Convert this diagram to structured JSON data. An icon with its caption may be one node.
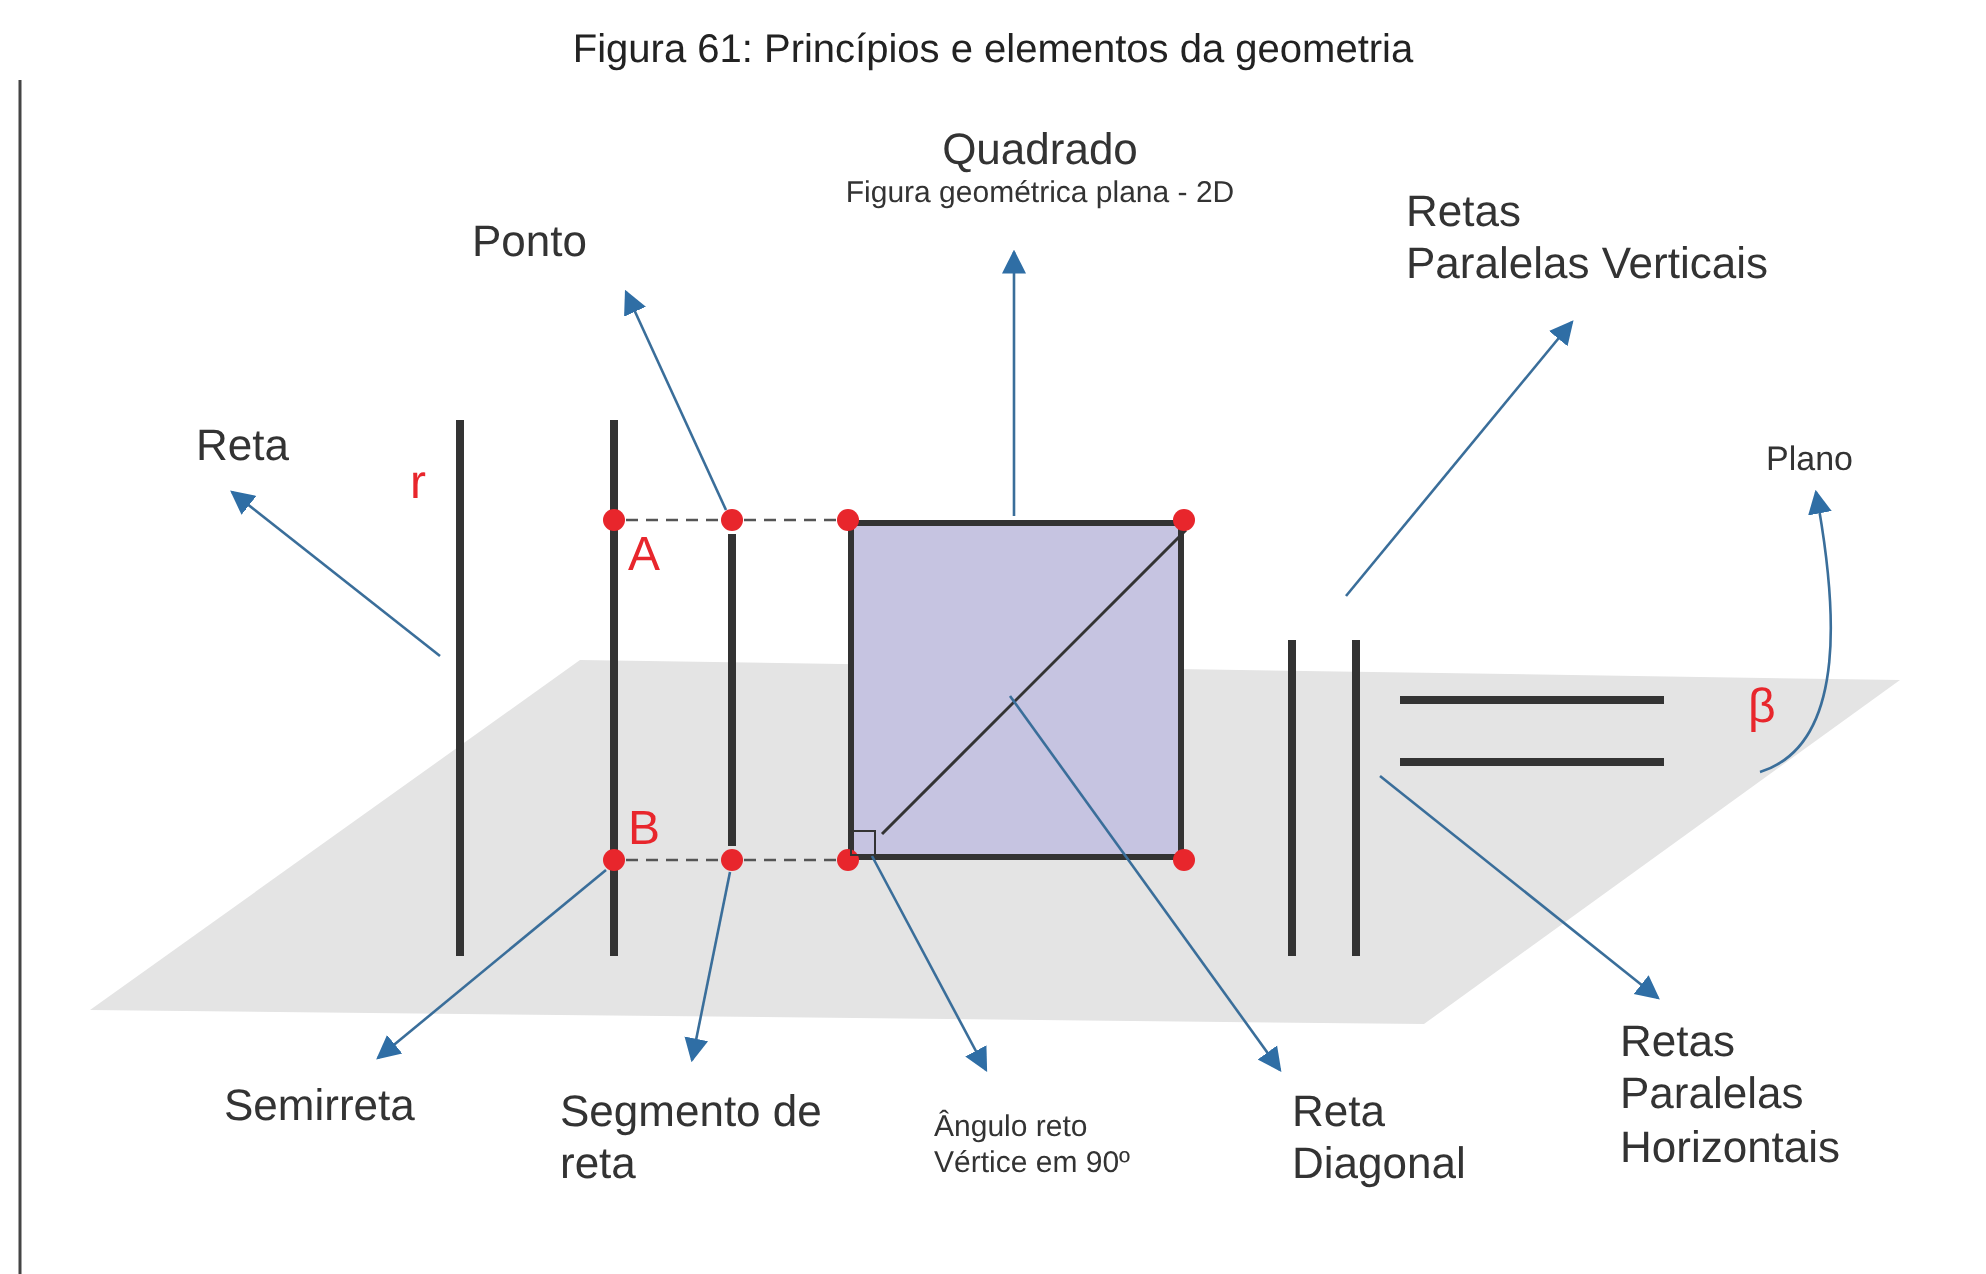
{
  "diagram": {
    "title": "Figura 61: Princípios e elementos da geometria",
    "nodes": [
      {
        "text": [
          "Quadrado",
          "Figura geométrica plana - 2D"
        ]
      },
      {
        "text": [
          "Ponto"
        ]
      },
      {
        "text": [
          "Retas",
          "Paralelas Verticais"
        ]
      },
      {
        "text": [
          "Reta"
        ]
      },
      {
        "text": [
          "Plano"
        ]
      },
      {
        "text": [
          "Semirreta"
        ]
      },
      {
        "text": [
          "Segmento de reta"
        ]
      },
      {
        "text": [
          "Ângulo reto",
          "Vértice em 90º"
        ]
      },
      {
        "text": [
          "Reta Diagonal"
        ]
      },
      {
        "text": [
          "Retas Paralelas Horizontais"
        ]
      },
      {
        "text": [],
        "shape": "parallelogram"
      },
      {
        "text": [],
        "shape": "line",
        "beside": [
          "r"
        ]
      },
      {
        "text": [],
        "shape": "circle",
        "beside": [
          "A"
        ]
      },
      {
        "text": [],
        "shape": "circle"
      },
      {
        "text": [],
        "shape": "line"
      },
      {
        "text": [],
        "shape": "box"
      },
      {
        "text": [],
        "shape": "circle"
      },
      {
        "text": [],
        "shape": "circle"
      },
      {
        "text": [],
        "shape": "line",
        "in": 15
      },
      {
        "text": [],
        "shape": "box"
      },
      {
        "text": [],
        "shape": "circle",
        "in": 10,
        "beside": [
          "B"
        ]
      },
      {
        "text": [],
        "shape": "circle",
        "in": 10
      },
      {
        "text": [],
        "shape": "circle",
        "in": 10
      },
      {
        "text": [],
        "shape": "circle",
        "in": 10
      },
      {
        "text": [],
        "shape": "line"
      },
      {
        "text": [],
        "shape": "line",
        "in": 10
      }
    ],
    "edges": [
      {
        "from": 11,
        "to": 3,
        "arrow": "to"
      },
      {
        "from": 20,
        "to": 5,
        "arrow": "to"
      },
      {
        "from": 13,
        "to": 1,
        "arrow": "to"
      },
      {
        "from": 21,
        "to": 6,
        "arrow": "to"
      },
      {
        "from": 15,
        "to": 0,
        "arrow": "to"
      },
      {
        "from": 19,
        "to": 7,
        "arrow": "to"
      },
      {
        "from": 18,
        "to": 8,
        "arrow": "to"
      },
      {
        "from": 24,
        "to": 2,
        "arrow": "to"
      },
      {
        "from": 25,
        "to": 9,
        "arrow": "to"
      },
      {
        "from": 10,
        "to": 4,
        "arrow": "to"
      },
      {
        "from": 12,
        "to": 13,
        "arrow": "none",
        "style": "dashed",
        "color": "#555555"
      },
      {
        "from": 13,
        "to": 16,
        "arrow": "none",
        "style": "dashed",
        "color": "#555555"
      },
      {
        "from": 20,
        "to": 21,
        "arrow": "none",
        "style": "dashed",
        "color": "#555555"
      },
      {
        "from": 21,
        "to": 22,
        "arrow": "none",
        "style": "dashed",
        "color": "#555555"
      }
    ],
    "labels": [
      "β"
    ]
  }
}
